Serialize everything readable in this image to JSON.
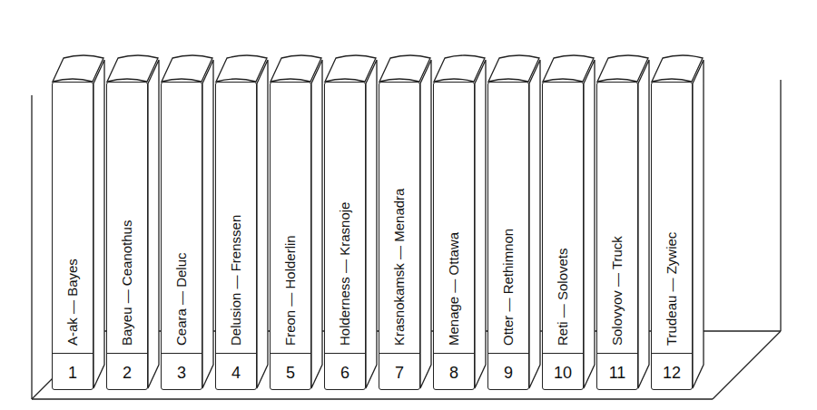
{
  "diagram": {
    "nodes": [
      {
        "text": [
          "A-ak — Bayes",
          "1"
        ]
      },
      {
        "text": [
          "Bayeu — Ceanothus",
          "2"
        ]
      },
      {
        "text": [
          "Ceara — Deluc",
          "3"
        ]
      },
      {
        "text": [
          "Delusion — Frenssen",
          "4"
        ]
      },
      {
        "text": [
          "Freon — Holderlin",
          "5"
        ]
      },
      {
        "text": [
          "Holderness — Krasnoje",
          "6"
        ]
      },
      {
        "text": [
          "Krasnokamsk — Menadra",
          "7"
        ]
      },
      {
        "text": [
          "Menage — Ottawa",
          "8"
        ]
      },
      {
        "text": [
          "Otter — Rethimnon",
          "9"
        ]
      },
      {
        "text": [
          "Reti — Solovets",
          "10"
        ]
      },
      {
        "text": [
          "Solovyov — Truck",
          "11"
        ]
      },
      {
        "text": [
          "Trudeau — Zywiec",
          "12"
        ]
      }
    ]
  }
}
